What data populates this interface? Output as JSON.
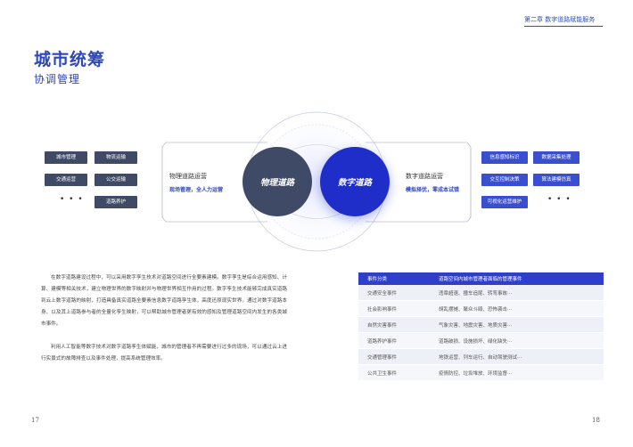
{
  "header": {
    "chapter": "第二章  数字道路赋能服务",
    "title": "城市统筹",
    "subtitle": "协调管理"
  },
  "left_tags": [
    "城市管理",
    "物流运输",
    "交通运营",
    "公交运输",
    "道路养护"
  ],
  "right_tags": [
    "信息感知标识",
    "数据采集处理",
    "交互控制决策",
    "算法建模仿真",
    "可视化运营维护"
  ],
  "ellipsis": "• • •",
  "diagram": {
    "physical_circle": "物理道路",
    "digital_circle": "数字道路",
    "left_title": "物理道路运营",
    "left_sub": "现场管理，全人力运营",
    "right_title": "数字道路运营",
    "right_sub": "模拟择优，零成本试错"
  },
  "paragraphs": [
    "在数字道路建设过程中，可以采用数字孪生技术对道路空间进行全要素建模。数字孪生是综合运用感知、计算、建模等相关技术，建立物理世界的数字映射并与物理世界相互作用的过程。数字孪生技术能够完成真实道路到云上数字道路的映射，打造具备真实道路全要素信息数字道路孪生体，高度还原现实世界。通过对数字道路本身、以及其上道路参与者的全量化孪生映射，可以帮助城市管理者更有效的感知及管理道路空间内发生的各类城市事件。",
    "利用人工智能等数字技术对数字道路孪生体赋能，城市的管理者不再需要进行过多的现场，可以通过云上进行实景式的故障排查以及事件处理，提高系统管理效率。"
  ],
  "table": {
    "headers": [
      "事件分类",
      "道路空间内城市管理者面临的管理事件"
    ],
    "rows": [
      [
        "交通安全事件",
        "违章超速、撞车追尾、转弯事故⋯"
      ],
      [
        "社会影响事件",
        "胡乱摆摊、聚众斗殴、恐怖袭击⋯"
      ],
      [
        "自然灾害事件",
        "气象灾害、地震灾害、地质灾害⋯"
      ],
      [
        "道路养护事件",
        "道路破损、设施损坏、绿化缺失⋯"
      ],
      [
        "交通管理事件",
        "地铁运营、列车运行、自动驾驶测试⋯"
      ],
      [
        "公共卫生事件",
        "疫情防控、垃圾堆放、环境监督⋯"
      ]
    ]
  },
  "page_numbers": {
    "left": "17",
    "right": "18"
  },
  "colors": {
    "brand_blue": "#2d46b9",
    "dark_slate": "#3e4a66",
    "digital_blue": "#1f2ec9"
  }
}
